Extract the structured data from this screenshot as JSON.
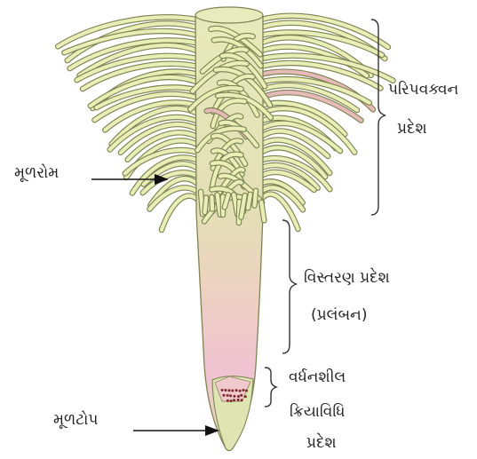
{
  "labels": {
    "maturation_line1": "પરિપવક્વન",
    "maturation_line2": "પ્રદેશ",
    "root_hair": "મૂળરોમ",
    "elongation_line1": "વિસ્તરણ પ્રદેશ",
    "elongation_line2": "(પ્રલંબન)",
    "meristem_line1": "વર્ધનશીલ",
    "meristem_line2": "ક્રિયાવિધિ",
    "meristem_line3": "પ્રદેશ",
    "root_cap": "મૂળટોપ"
  },
  "colors": {
    "root_upper": "#e6eab9",
    "root_middle": "#ead7bd",
    "root_lower": "#efc3cf",
    "root_tip": "#dbe2b0",
    "hair_fill": "#e9edb6",
    "hair_pink": "#e7b9b9",
    "outline": "#7d8454",
    "meristem_dots": "#7a2a2a",
    "arrow": "#111111",
    "bracket": "#333333"
  }
}
